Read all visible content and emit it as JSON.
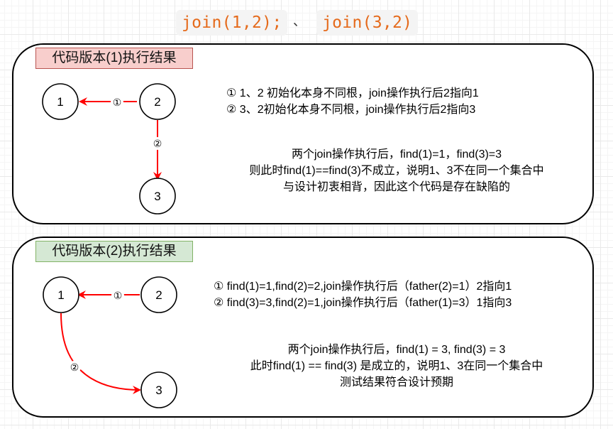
{
  "header": {
    "code_a": "join(1,2);",
    "separator": "、",
    "code_b": "join(3,2)"
  },
  "colors": {
    "code_text": "#e56a1b",
    "edge": "#ff0000",
    "tag1_fill": "#f8cecc",
    "tag1_border": "#b85450",
    "tag2_fill": "#d5e8d4",
    "tag2_border": "#82b366"
  },
  "panels": [
    {
      "tag": "代码版本(1)执行结果",
      "nodes": [
        "1",
        "2",
        "3"
      ],
      "edges": [
        {
          "from": "2",
          "to": "1",
          "label": "①"
        },
        {
          "from": "2",
          "to": "3",
          "label": "②"
        }
      ],
      "steps": [
        "① 1、2 初始化本身不同根，join操作执行后2指向1",
        "②  3、2初始化本身不同根，join操作执行后2指向3"
      ],
      "summary": [
        "两个join操作执行后，find(1)=1，find(3)=3",
        "则此时find(1)==find(3)不成立，说明1、3不在同一个集合中",
        "与设计初衷相背，因此这个代码是存在缺陷的"
      ]
    },
    {
      "tag": "代码版本(2)执行结果",
      "nodes": [
        "1",
        "2",
        "3"
      ],
      "edges": [
        {
          "from": "2",
          "to": "1",
          "label": "①"
        },
        {
          "from": "1",
          "to": "3",
          "label": "②"
        }
      ],
      "steps": [
        "① find(1)=1,find(2)=2,join操作执行后（father(2)=1）2指向1",
        "② find(3)=3,find(2)=1,join操作执行后（father(1)=3）1指向3"
      ],
      "summary": [
        "两个join操作执行后，find(1) = 3, find(3) = 3",
        "此时find(1) == find(3) 是成立的，说明1、3在同一个集合中",
        "测试结果符合设计预期"
      ]
    }
  ]
}
